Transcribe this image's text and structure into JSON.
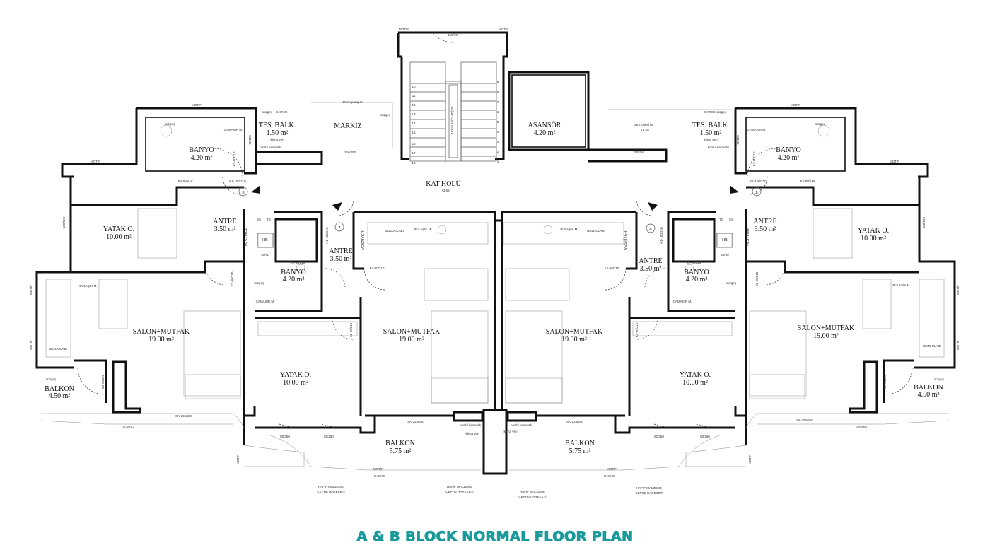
{
  "title": "A & B BLOCK NORMAL FLOOR PLAN",
  "colors": {
    "title": "#1a9a9a",
    "wall": "#111111"
  },
  "rooms": [
    {
      "id": "kat-holu",
      "name": "KAT HOLÜ",
      "area": ""
    },
    {
      "id": "asansor",
      "name": "ASANSÖR",
      "area": "4.20 m²"
    },
    {
      "id": "markiz",
      "name": "MARKİZ",
      "area": ""
    },
    {
      "id": "tes-balk-l",
      "name": "TES. BALK.",
      "area": "1.50 m²"
    },
    {
      "id": "tes-balk-r",
      "name": "TES. BALK.",
      "area": "1.50 m²"
    },
    {
      "id": "banyo-tl",
      "name": "BANYO",
      "area": "4.20 m²"
    },
    {
      "id": "banyo-tr",
      "name": "BANYO",
      "area": "4.20 m²"
    },
    {
      "id": "yatak-ml",
      "name": "YATAK O.",
      "area": "10.00 m²"
    },
    {
      "id": "yatak-mr",
      "name": "YATAK O.",
      "area": "10.00  m²"
    },
    {
      "id": "antre-l",
      "name": "ANTRE",
      "area": "3.50 m²"
    },
    {
      "id": "antre-r",
      "name": "ANTRE",
      "area": "3.50 m²"
    },
    {
      "id": "antre-cl",
      "name": "ANTRE",
      "area": "3.50 m²"
    },
    {
      "id": "antre-cr",
      "name": "ANTRE",
      "area": "3.50 m²"
    },
    {
      "id": "banyo-cl",
      "name": "BANYO",
      "area": "4.20 m²"
    },
    {
      "id": "banyo-cr",
      "name": "BANYO",
      "area": "4.20 m²"
    },
    {
      "id": "salon-l",
      "name": "SALON+MUTFAK",
      "area": "19.00 m²"
    },
    {
      "id": "salon-cl",
      "name": "SALON+MUTFAK",
      "area": "19.00 m²"
    },
    {
      "id": "salon-cr",
      "name": "SALON+MUTFAK",
      "area": "19.00 m²"
    },
    {
      "id": "salon-r",
      "name": "SALON+MUTFAK",
      "area": "19.00 m²"
    },
    {
      "id": "yatak-cl",
      "name": "YATAK O.",
      "area": "10.00 m²"
    },
    {
      "id": "yatak-cr",
      "name": "YATAK O.",
      "area": "10.00 m²"
    },
    {
      "id": "balkon-l",
      "name": "BALKON",
      "area": "4.50 m²"
    },
    {
      "id": "balkon-r",
      "name": "BALKON",
      "area": "4.50 m²"
    },
    {
      "id": "balkon-cl",
      "name": "BALKON",
      "area": "5.75 m²"
    },
    {
      "id": "balkon-cr",
      "name": "BALKON",
      "area": "5.75 m²"
    }
  ],
  "labels": {
    "vestiyer": "VESTİYER",
    "hb": "HB",
    "hb_size": "50/50",
    "ts": "TŞ",
    "ss": "SŞ",
    "motif": "MOTİF",
    "g_krici": "G.KRICI",
    "klima_yeri": "klima yeri",
    "kombi": "kombi hermetik",
    "camasir": "ÇAMAŞIR M.",
    "bulasik": "BULAŞIK M.",
    "buzdolabi": "BUZDOLABI",
    "suzgec": "süzgeç",
    "hafif": "HAFİF MALZEME",
    "cephe": "CEPHE HAREKETİ",
    "parapet": "40 cm parapet",
    "paro": "paro ciltesi ist",
    "stair_note": "18x16.94/27.00(30)",
    "level": "+3.55",
    "level_b": "+3.60"
  },
  "doors": {
    "k1": "K1-100/210",
    "k2": "K2-90/210",
    "k2b": "K2-90/210",
    "k3": "K3-90/250",
    "w_150_70": "150/70",
    "w_150_250": "150/250",
    "w_75_120": "75/120",
    "w_150_160": "150/160",
    "sk_250": "SK-250/250",
    "sk_225": "SK-225/250",
    "w_80_250": "80/250"
  },
  "units": [
    "5",
    "6",
    "7",
    "8"
  ],
  "stair_steps": [
    "1",
    "2",
    "3",
    "4",
    "5",
    "6",
    "7",
    "8",
    "9",
    "10",
    "11",
    "12",
    "13",
    "14",
    "15",
    "16",
    "17",
    "18"
  ]
}
